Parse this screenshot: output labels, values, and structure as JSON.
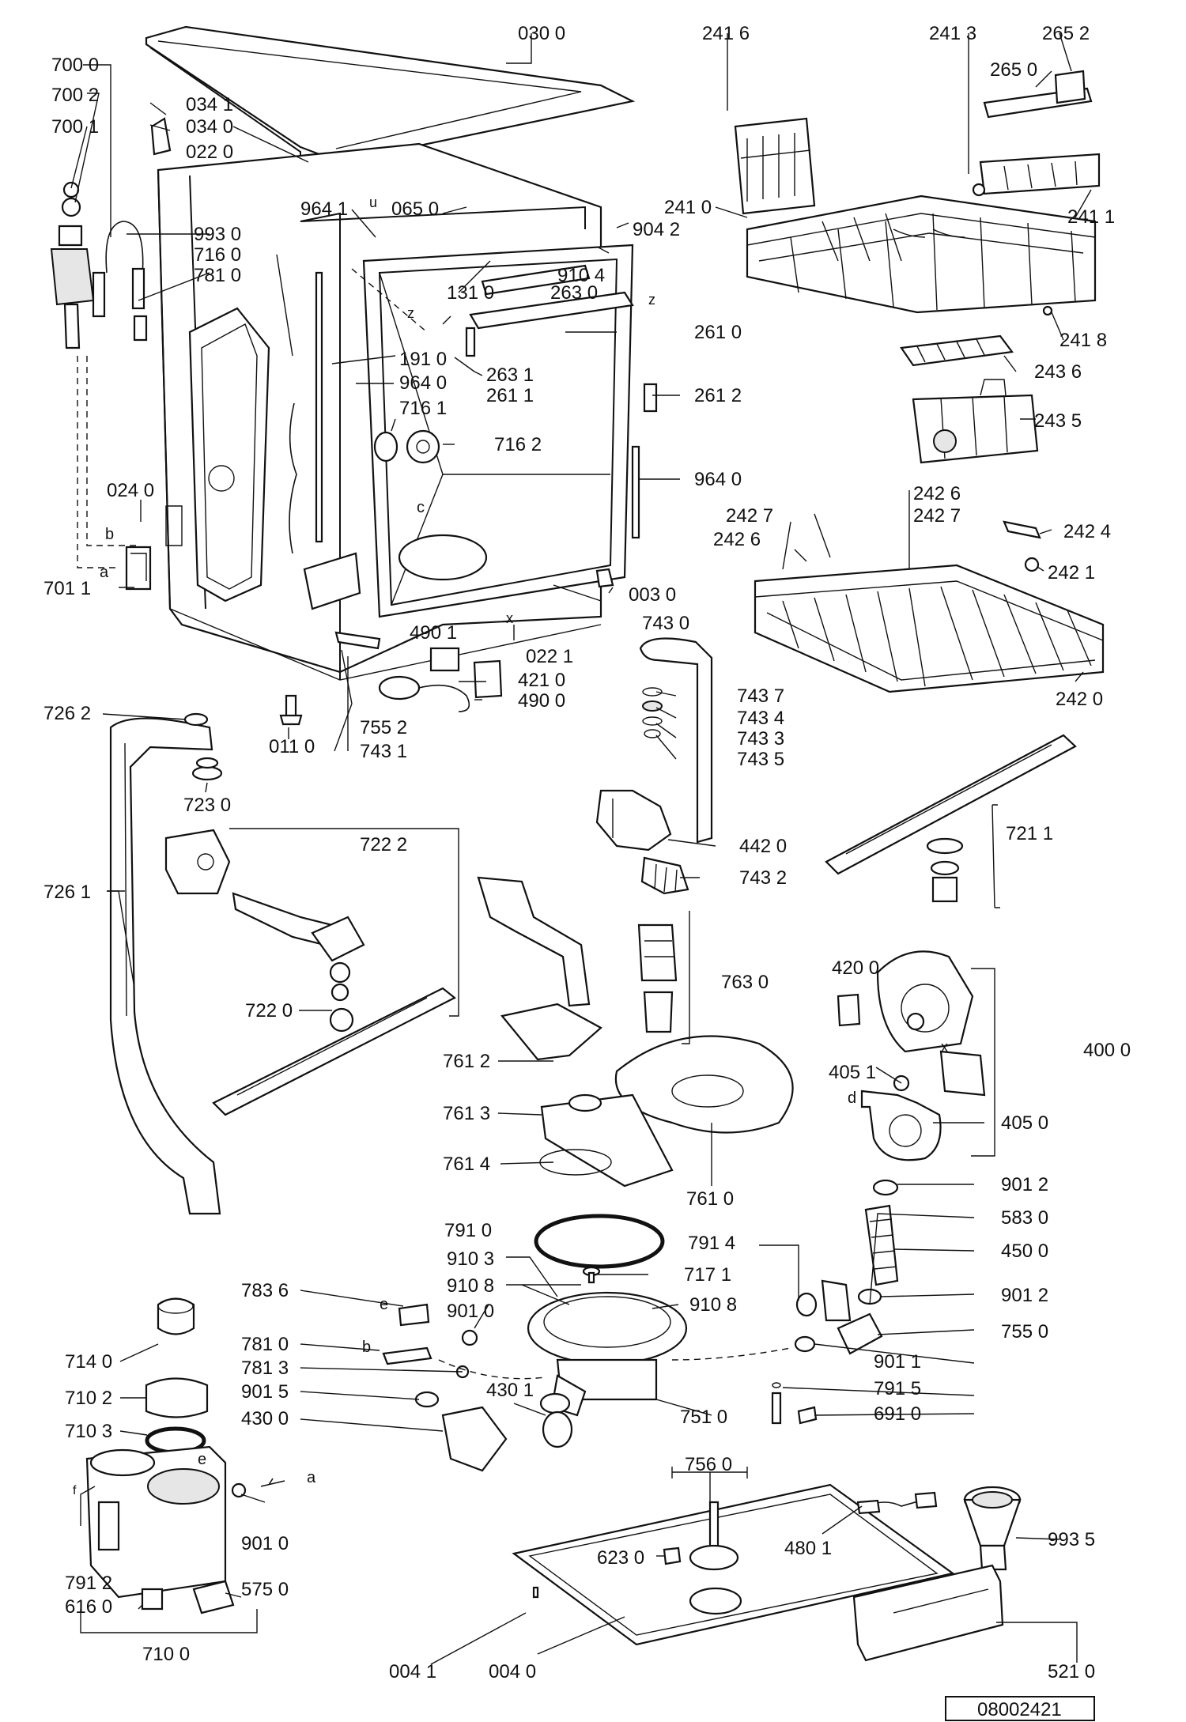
{
  "doc_number": "08002421",
  "letters": {
    "u": "u",
    "z1": "z",
    "z2": "z",
    "c": "c",
    "x1": "x",
    "b": "b",
    "a1": "a",
    "x2": "x",
    "d": "d",
    "e1": "e",
    "b2": "b",
    "e2": "e",
    "a2": "a",
    "f": "f"
  },
  "parts": {
    "p0300": "030 0",
    "p7000": "700 0",
    "p7002": "700 2",
    "p7001": "700 1",
    "p0341": "034 1",
    "p0340": "034 0",
    "p0220": "022 0",
    "p9641a": "964 1",
    "p0650": "065 0",
    "p9042": "904 2",
    "p9930": "993 0",
    "p7160": "716 0",
    "p7810a": "781 0",
    "p9104": "910 4",
    "p1310": "131 0",
    "p2630": "263 0",
    "p2610": "261 0",
    "p2631": "263 1",
    "p2611": "261 1",
    "p2612": "261 2",
    "p1910": "191 0",
    "p9640a": "964 0",
    "p7161": "716 1",
    "p7162": "716 2",
    "p0240": "024 0",
    "p9640b": "964 0",
    "p7011": "701 1",
    "p0030": "003 0",
    "p0221": "022 1",
    "p4901": "490 1",
    "p4210": "421 0",
    "p4900": "490 0",
    "p7430": "743 0",
    "p7437": "743 7",
    "p7434": "743 4",
    "p7433": "743 3",
    "p7435": "743 5",
    "p7262": "726 2",
    "p0110": "011 0",
    "p7552": "755 2",
    "p7431": "743 1",
    "p7230": "723 0",
    "p7222": "722 2",
    "p7261": "726 1",
    "p7220": "722 0",
    "p4420": "442 0",
    "p7432": "743 2",
    "p7211": "721 1",
    "p2416": "241 6",
    "p2413": "241 3",
    "p2652": "265 2",
    "p2650": "265 0",
    "p2410": "241 0",
    "p2411": "241 1",
    "p2418": "241 8",
    "p2436": "243 6",
    "p2435": "243 5",
    "p2426a": "242 6",
    "p2427a": "242 7",
    "p2426b": "242 6",
    "p2427b": "242 7",
    "p2424": "242 4",
    "p2421": "242 1",
    "p2420": "242 0",
    "p7630": "763 0",
    "p7612": "761 2",
    "p7613": "761 3",
    "p7614": "761 4",
    "p7610": "761 0",
    "p4200": "420 0",
    "p4000": "400 0",
    "p4051": "405 1",
    "p4050": "405 0",
    "p9012a": "901 2",
    "p5830": "583 0",
    "p4500": "450 0",
    "p9012b": "901 2",
    "p7910": "791 0",
    "p7914": "791 4",
    "p9103": "910 3",
    "p7171": "717 1",
    "p9108a": "910 8",
    "p9108b": "910 8",
    "p9010a": "901 0",
    "p7836": "783 6",
    "p7140": "714 0",
    "p7810b": "781 0",
    "p7813": "781 3",
    "p7102": "710 2",
    "p9015": "901 5",
    "p4301": "430 1",
    "p4300": "430 0",
    "p7103": "710 3",
    "p7510": "751 0",
    "p9011": "901 1",
    "p7550": "755 0",
    "p7915": "791 5",
    "p6910": "691 0",
    "p7560": "756 0",
    "p9935": "993 5",
    "p6230": "623 0",
    "p4801": "480 1",
    "p7912": "791 2",
    "p9010b": "901 0",
    "p6160": "616 0",
    "p5750": "575 0",
    "p7100": "710 0",
    "p0041": "004 1",
    "p0040": "004 0",
    "p5210": "521 0"
  }
}
